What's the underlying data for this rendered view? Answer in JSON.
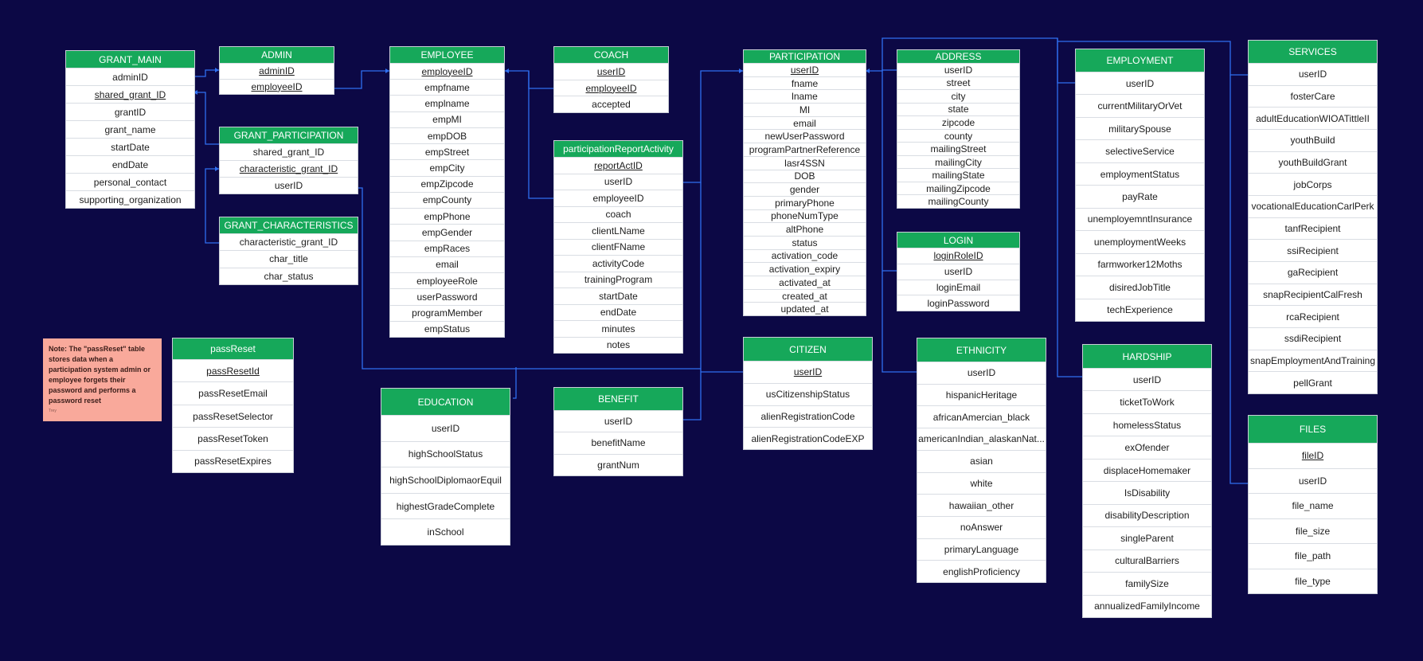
{
  "diagram": {
    "colors": {
      "background": "#0c0845",
      "header": "#16a85a",
      "connector": "#2f6ff0",
      "note": "#f9a99b"
    },
    "note": {
      "text": "Note: The \"passReset\" table stores data when a participation system admin or employee forgets their password and performs a password reset",
      "author": "Trey"
    },
    "tables": [
      {
        "title": "GRANT_MAIN",
        "fields": [
          "adminID",
          "shared_grant_ID",
          "grantID",
          "grant_name",
          "startDate",
          "endDate",
          "personal_contact",
          "supporting_organization"
        ],
        "keys": [
          "shared_grant_ID"
        ]
      },
      {
        "title": "ADMIN",
        "fields": [
          "adminID",
          "employeeID"
        ],
        "keys": [
          "adminID",
          "employeeID"
        ]
      },
      {
        "title": "GRANT_PARTICIPATION",
        "fields": [
          "shared_grant_ID",
          "characteristic_grant_ID",
          "userID"
        ],
        "keys": [
          "characteristic_grant_ID"
        ]
      },
      {
        "title": "GRANT_CHARACTERISTICS",
        "fields": [
          "characteristic_grant_ID",
          "char_title",
          "char_status"
        ],
        "keys": []
      },
      {
        "title": "EMPLOYEE",
        "fields": [
          "employeeID",
          "empfname",
          "emplname",
          "empMI",
          "empDOB",
          "empStreet",
          "empCity",
          "empZipcode",
          "empCounty",
          "empPhone",
          "empGender",
          "empRaces",
          "email",
          "employeeRole",
          "userPassword",
          "programMember",
          "empStatus"
        ],
        "keys": [
          "employeeID"
        ]
      },
      {
        "title": "COACH",
        "fields": [
          "userID",
          "employeeID",
          "accepted"
        ],
        "keys": [
          "userID",
          "employeeID"
        ]
      },
      {
        "title": "participationReportActivity",
        "fields": [
          "reportActID",
          "userID",
          "employeeID",
          "coach",
          "clientLName",
          "clientFName",
          "activityCode",
          "trainingProgram",
          "startDate",
          "endDate",
          "minutes",
          "notes"
        ],
        "keys": [
          "reportActID"
        ]
      },
      {
        "title": "PARTICIPATION",
        "fields": [
          "userID",
          "fname",
          "lname",
          "MI",
          "email",
          "newUserPassword",
          "programPartnerReference",
          "lasr4SSN",
          "DOB",
          "gender",
          "primaryPhone",
          "phoneNumType",
          "altPhone",
          "status",
          "activation_code",
          "activation_expiry",
          "activated_at",
          "created_at",
          "updated_at"
        ],
        "keys": [
          "userID"
        ]
      },
      {
        "title": "ADDRESS",
        "fields": [
          "userID",
          "street",
          "city",
          "state",
          "zipcode",
          "county",
          "mailingStreet",
          "mailingCity",
          "mailingState",
          "mailingZipcode",
          "mailingCounty"
        ],
        "keys": []
      },
      {
        "title": "LOGIN",
        "fields": [
          "loginRoleID",
          "userID",
          "loginEmail",
          "loginPassword"
        ],
        "keys": [
          "loginRoleID"
        ]
      },
      {
        "title": "EMPLOYMENT",
        "fields": [
          "userID",
          "currentMilitaryOrVet",
          "militarySpouse",
          "selectiveService",
          "employmentStatus",
          "payRate",
          "unemployemntInsurance",
          "unemploymentWeeks",
          "farmworker12Moths",
          "disiredJobTitle",
          "techExperience"
        ],
        "keys": []
      },
      {
        "title": "SERVICES",
        "fields": [
          "userID",
          "fosterCare",
          "adultEducationWIOATittleII",
          "youthBuild",
          "youthBuildGrant",
          "jobCorps",
          "vocationalEducationCarlPerk",
          "tanfRecipient",
          "ssiRecipient",
          "gaRecipient",
          "snapRecipientCalFresh",
          "rcaRecipient",
          "ssdiRecipient",
          "snapEmploymentAndTraining",
          "pellGrant"
        ],
        "keys": []
      },
      {
        "title": "passReset",
        "fields": [
          "passResetId",
          "passResetEmail",
          "passResetSelector",
          "passResetToken",
          "passResetExpires"
        ],
        "keys": [
          "passResetId"
        ]
      },
      {
        "title": "EDUCATION",
        "fields": [
          "userID",
          "highSchoolStatus",
          "highSchoolDiplomaorEquil",
          "highestGradeComplete",
          "inSchool"
        ],
        "keys": []
      },
      {
        "title": "BENEFIT",
        "fields": [
          "userID",
          "benefitName",
          "grantNum"
        ],
        "keys": []
      },
      {
        "title": "CITIZEN",
        "fields": [
          "userID",
          "usCitizenshipStatus",
          "alienRegistrationCode",
          "alienRegistrationCodeEXP"
        ],
        "keys": [
          "userID"
        ]
      },
      {
        "title": "ETHNICITY",
        "fields": [
          "userID",
          "hispanicHeritage",
          "africanAmercian_black",
          "americanIndian_alaskanNat...",
          "asian",
          "white",
          "hawaiian_other",
          "noAnswer",
          "primaryLanguage",
          "englishProficiency"
        ],
        "keys": []
      },
      {
        "title": "HARDSHIP",
        "fields": [
          "userID",
          "ticketToWork",
          "homelessStatus",
          "exOfender",
          "displaceHomemaker",
          "IsDisability",
          "disabilityDescription",
          "singleParent",
          "culturalBarriers",
          "familySize",
          "annualizedFamilyIncome"
        ],
        "keys": []
      },
      {
        "title": "FILES",
        "fields": [
          "fileID",
          "userID",
          "file_name",
          "file_size",
          "file_path",
          "file_type"
        ],
        "keys": [
          "fileID"
        ]
      }
    ]
  }
}
